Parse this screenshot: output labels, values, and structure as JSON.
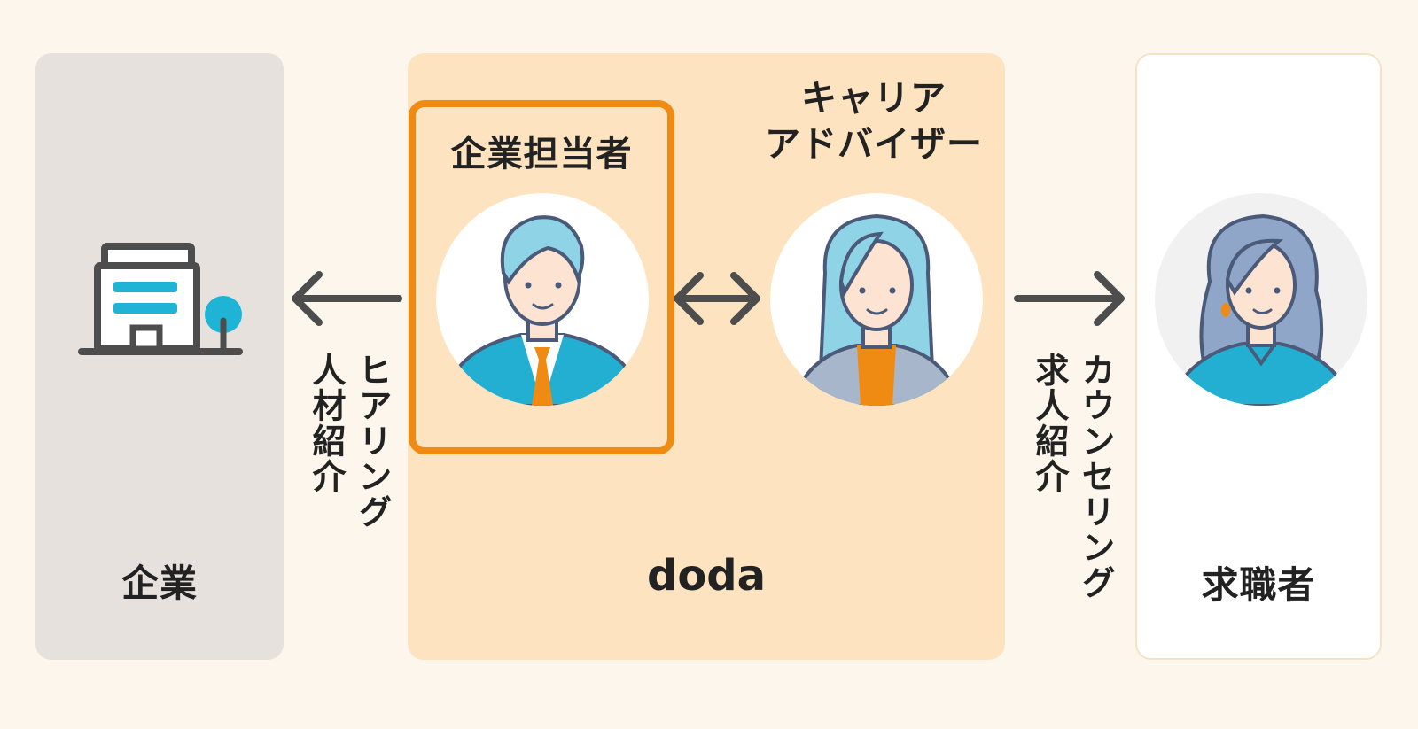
{
  "colors": {
    "background": "#fdf6ec",
    "company_panel": "#e6e1dc",
    "doda_panel": "#fde3bf",
    "jobseeker_panel": "#ffffff",
    "accent_orange": "#ef8a13",
    "arrow": "#4d4d4d",
    "building_accent": "#1fb4d6"
  },
  "company": {
    "label": "企業",
    "icon": "building-icon"
  },
  "doda": {
    "label": "doda",
    "sales_rep": {
      "title": "企業担当者",
      "icon": "male-sales-rep-avatar"
    },
    "career_advisor": {
      "title_line1": "キャリア",
      "title_line2": "アドバイザー",
      "icon": "female-advisor-avatar"
    },
    "link_icon": "double-arrow-icon"
  },
  "jobseeker": {
    "label": "求職者",
    "icon": "jobseeker-avatar"
  },
  "flows": {
    "to_company": {
      "line1": "ヒアリング",
      "line2": "人材紹介",
      "icon": "arrow-left-icon"
    },
    "to_jobseeker": {
      "line1": "カウンセリング",
      "line2": "求人紹介",
      "icon": "arrow-right-icon"
    }
  }
}
